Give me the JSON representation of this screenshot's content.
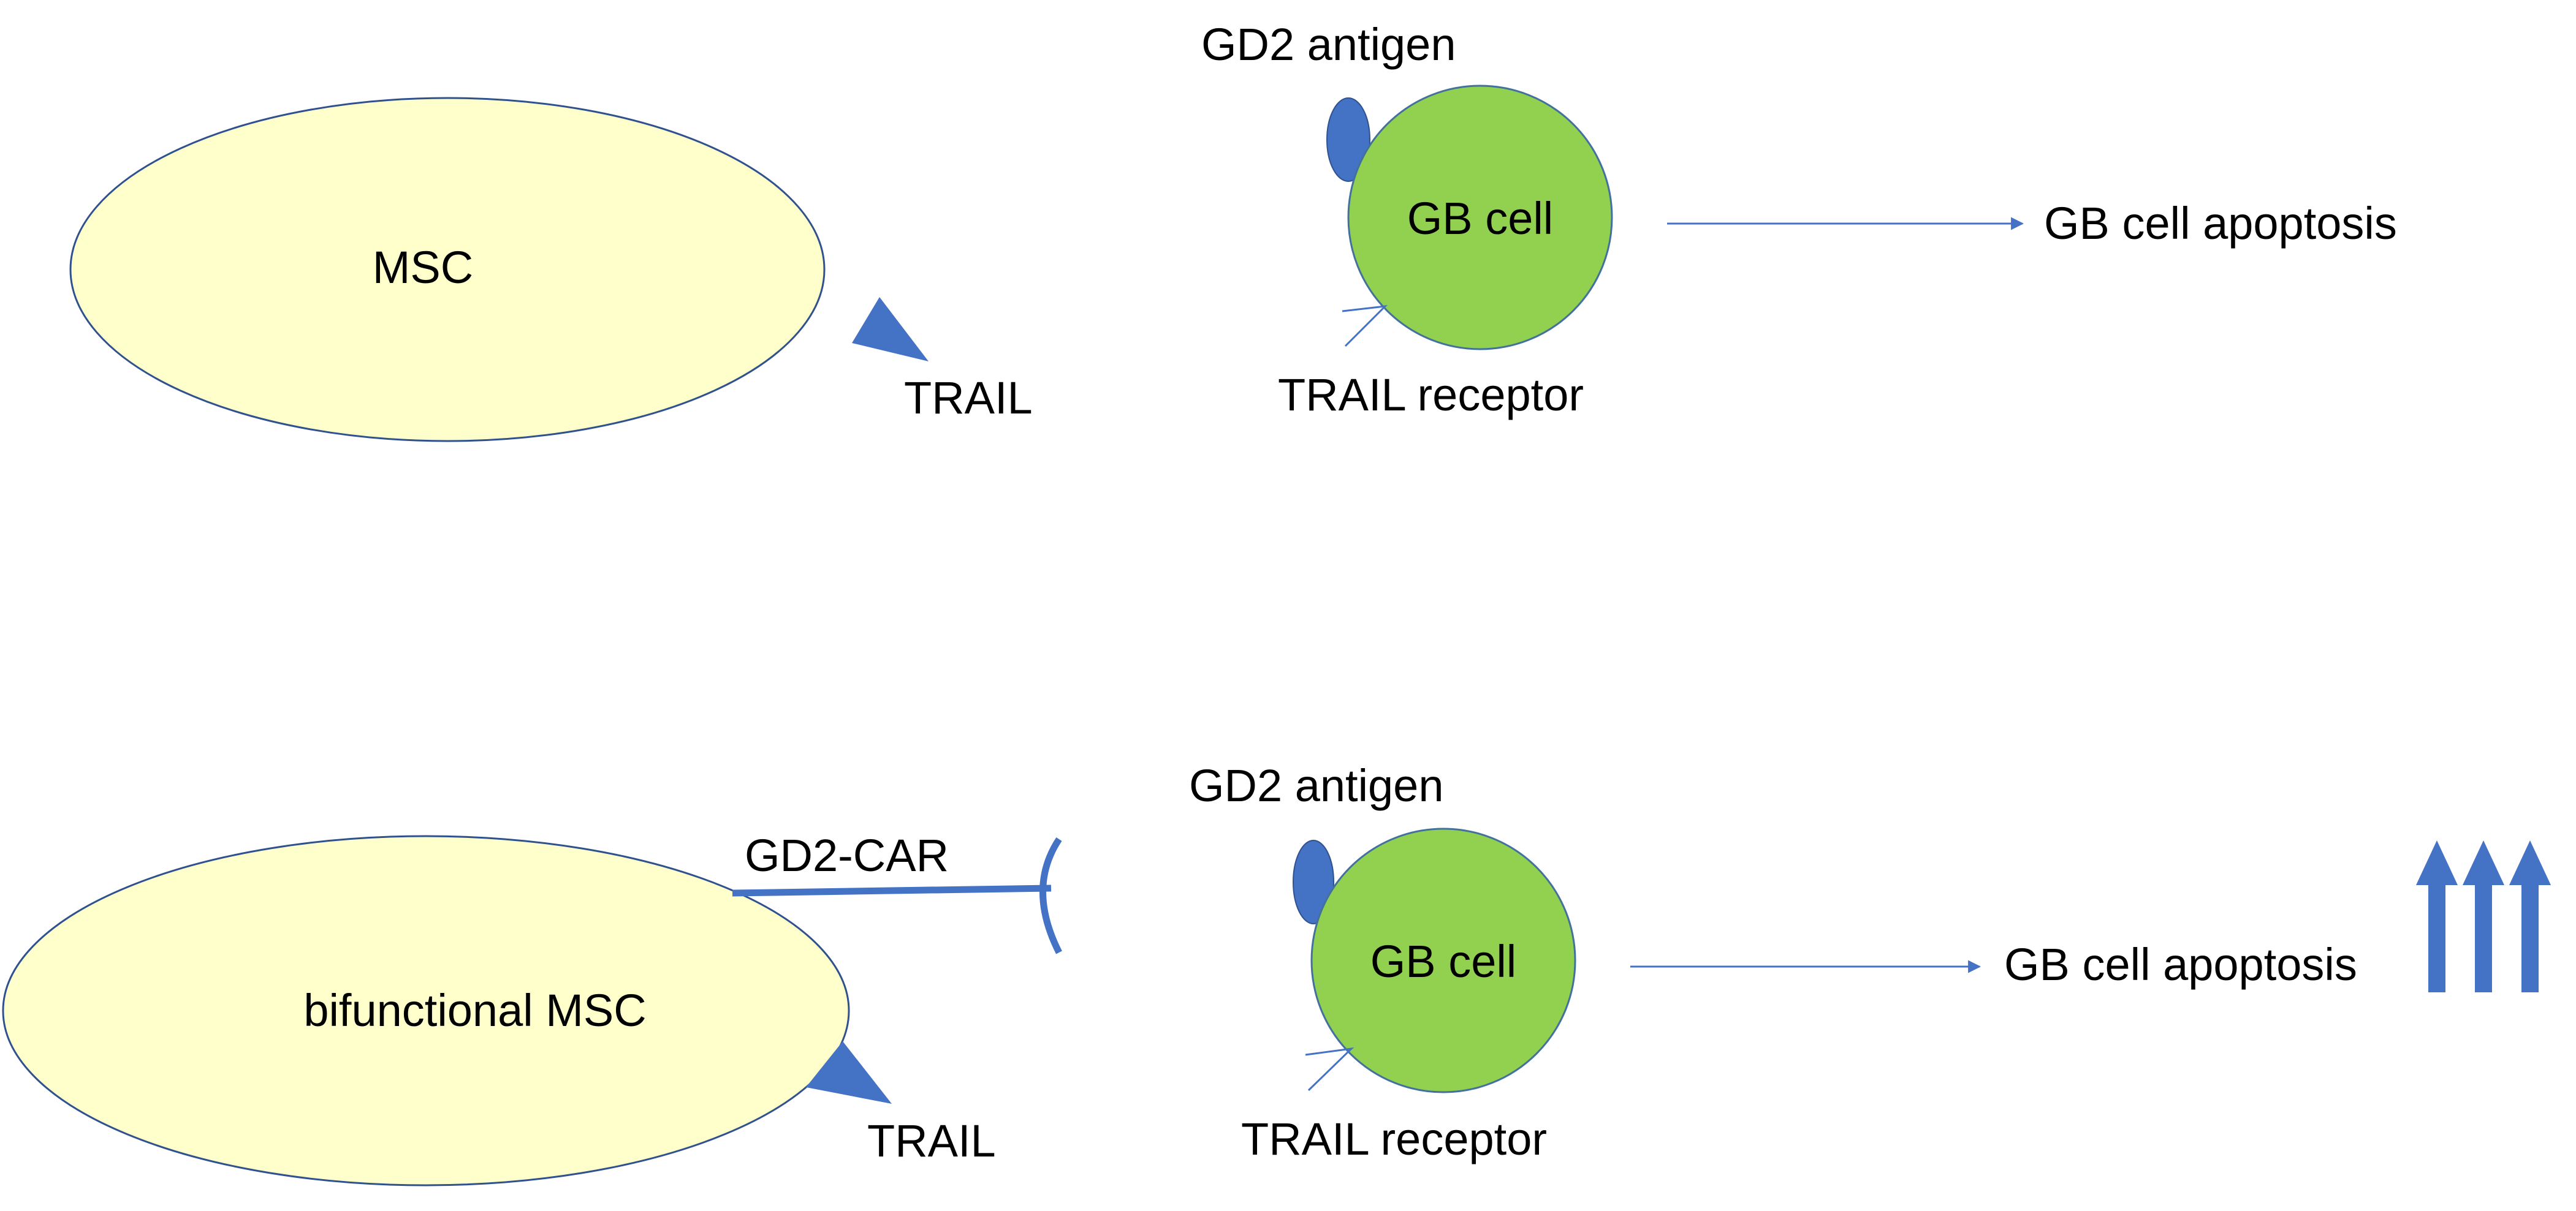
{
  "panels": {
    "top": {
      "msc_label": "MSC",
      "trail_label": "TRAIL",
      "gd2_antigen_label": "GD2 antigen",
      "gb_cell_label": "GB cell",
      "trail_receptor_label": "TRAIL receptor",
      "outcome_label": "GB cell apoptosis"
    },
    "bottom": {
      "msc_label": "bifunctional MSC",
      "car_label": "GD2-CAR",
      "trail_label": "TRAIL",
      "gd2_antigen_label": "GD2 antigen",
      "gb_cell_label": "GB cell",
      "trail_receptor_label": "TRAIL receptor",
      "outcome_label": "GB cell apoptosis",
      "increase_arrow_count": 3
    }
  },
  "colors": {
    "msc_fill": "#FFFFCC",
    "outline": "#2F528F",
    "gb_cell_fill": "#92D050",
    "gb_cell_stroke": "#41719C",
    "accent_blue": "#4472C4"
  }
}
